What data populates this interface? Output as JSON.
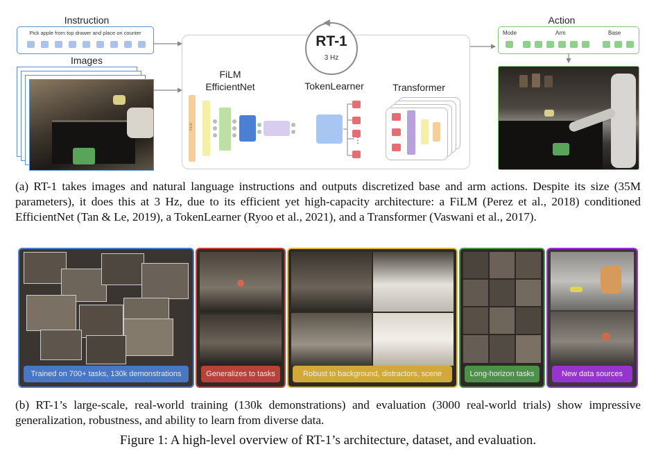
{
  "fig_a": {
    "instruction_title": "Instruction",
    "instruction_text": "Pick apple from top drawer and place on counter",
    "images_title": "Images",
    "model_name": "RT-1",
    "model_rate": "3 Hz",
    "film_label_line1": "FiLM",
    "film_label_line2": "EfficientNet",
    "tokenlearner_label": "TokenLearner",
    "transformer_label": "Transformer",
    "action_title": "Action",
    "action_mode": "Mode",
    "action_arm": "Arm",
    "action_base": "Base",
    "film_bar_text": "FiLM",
    "dots": "⋮"
  },
  "caption_a": "(a) RT-1 takes images and natural language instructions and outputs discretized base and arm actions. Despite its size (35M parameters), it does this at 3 Hz, due to its efficient yet high-capacity architecture: a FiLM (Perez et al., 2018) conditioned EfficientNet (Tan & Le, 2019), a TokenLearner (Ryoo et al., 2021), and a Transformer (Vaswani et al., 2017).",
  "panels": [
    {
      "label": "Trained on 700+ tasks, 130k demonstrations",
      "color": "#4a7fd4"
    },
    {
      "label": "Generalizes to tasks",
      "color": "#c8453a"
    },
    {
      "label": "Robust to background, distractors, scene",
      "color": "#e0b43a"
    },
    {
      "label": "Long-horizon tasks",
      "color": "#4e9a4a"
    },
    {
      "label": "New data sources",
      "color": "#9b35d6"
    }
  ],
  "caption_b": "(b) RT-1’s large-scale, real-world training (130k demonstrations) and evaluation (3000 real-world trials) show impressive generalization, robustness, and ability to learn from diverse data.",
  "figure_caption": "Figure 1: A high-level overview of RT-1’s architecture, dataset, and evaluation."
}
